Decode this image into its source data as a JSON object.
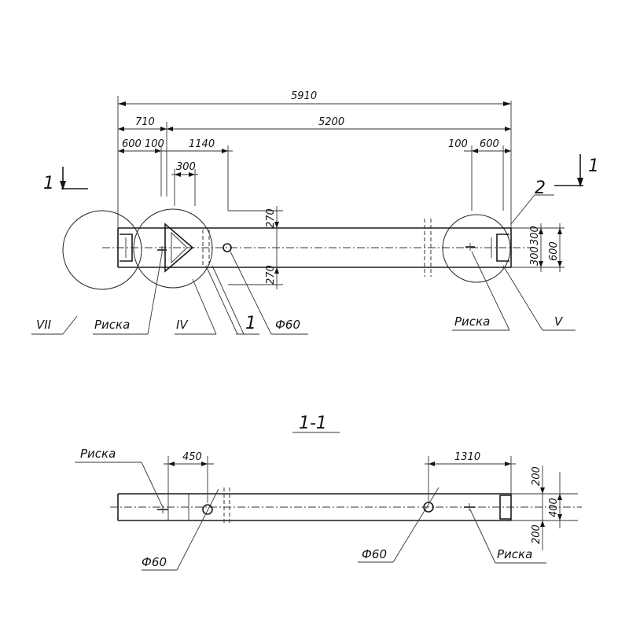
{
  "plan_view": {
    "dim_total": "5910",
    "dim_left_710": "710",
    "dim_main": "5200",
    "dim_600_left": "600",
    "dim_100_left": "100",
    "dim_1140": "1140",
    "dim_300": "300",
    "dim_100_right": "100",
    "dim_600_right": "600",
    "dim_270_top": "270",
    "dim_270_bottom": "270",
    "dim_300_a": "300",
    "dim_300_b": "300",
    "dim_600_height": "600",
    "section_mark_left": "1",
    "section_mark_right": "1",
    "callout_2": "2",
    "callout_1": "1",
    "label_VII": "VII",
    "label_IV": "IV",
    "label_V": "V",
    "label_riska_left": "Риска",
    "label_riska_right": "Риска",
    "label_phi60": "Ф60"
  },
  "section_view": {
    "title": "1-1",
    "dim_450": "450",
    "dim_1310": "1310",
    "dim_200_top": "200",
    "dim_400": "400",
    "dim_200_bottom": "200",
    "label_riska_left": "Риска",
    "label_riska_right": "Риска",
    "label_phi60_left": "Ф60",
    "label_phi60_right": "Ф60"
  }
}
